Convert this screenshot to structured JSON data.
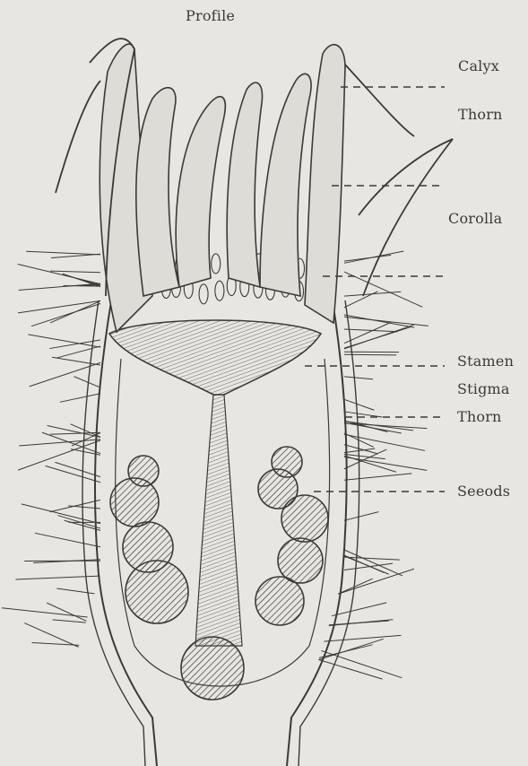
{
  "title": "Profile",
  "labels": {
    "calyx": "Calyx",
    "thorn_top": "Thorn",
    "corolla": "Corolla",
    "stamen": "Stamen",
    "stigma": "Stigma",
    "thorn_mid": "Thorn",
    "seeds": "Seeods"
  },
  "colors": {
    "paper": "#e7e6e2",
    "ink": "#3a3a38"
  }
}
